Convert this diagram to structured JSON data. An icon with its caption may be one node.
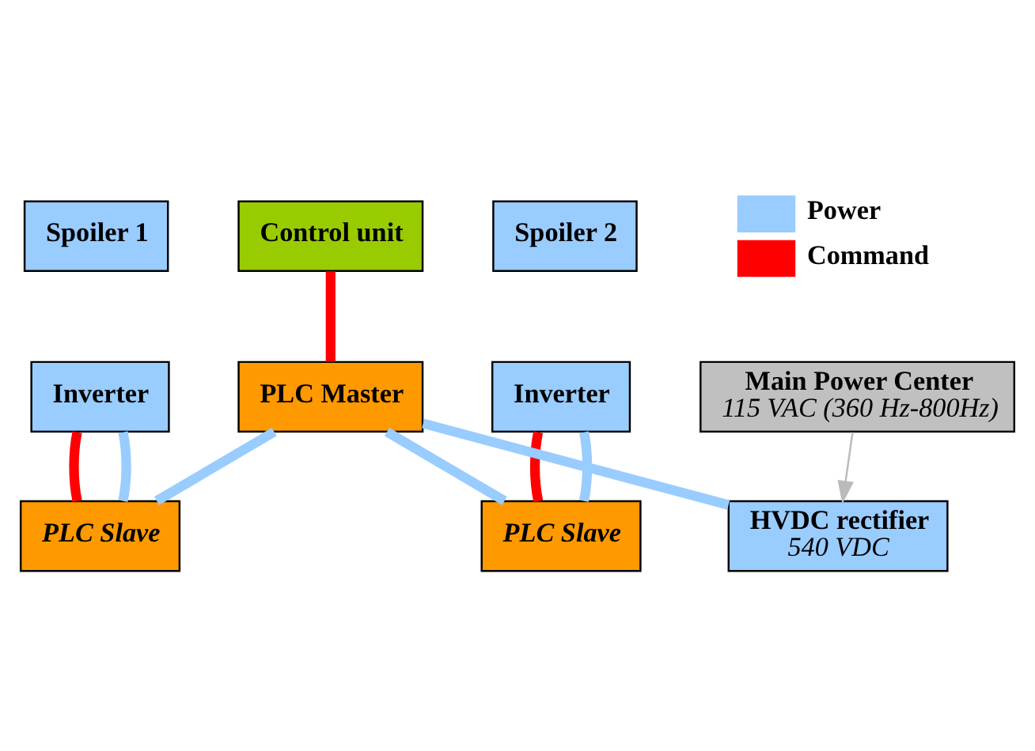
{
  "diagram": {
    "nodes": [
      {
        "text": [
          "Spoiler 1"
        ]
      },
      {
        "text": [
          "Inverter"
        ]
      },
      {
        "text": [
          "PLC Slave"
        ]
      },
      {
        "text": [
          "Spoiler 2"
        ]
      },
      {
        "text": [
          "Inverter"
        ]
      },
      {
        "text": [
          "PLC Slave"
        ]
      },
      {
        "text": [
          "Control unit"
        ]
      },
      {
        "text": [
          "PLC Master"
        ]
      },
      {
        "text": [
          "HVDC rectifier",
          "540 VDC"
        ]
      },
      {
        "text": [
          "Main Power Center",
          "115 VAC (360 Hz-800Hz)"
        ]
      }
    ],
    "edges": [
      {
        "from": 1,
        "to": 2,
        "arrow": "none",
        "color": "#ff0000"
      },
      {
        "from": 1,
        "to": 2,
        "arrow": "none",
        "color": "#99ccff"
      },
      {
        "from": 4,
        "to": 5,
        "arrow": "none",
        "color": "#ff0000"
      },
      {
        "from": 4,
        "to": 5,
        "arrow": "none",
        "color": "#99ccff"
      },
      {
        "from": 6,
        "to": 7,
        "arrow": "none",
        "color": "#ff0000"
      },
      {
        "from": 7,
        "to": 2,
        "arrow": "none",
        "color": "#99ccff"
      },
      {
        "from": 7,
        "to": 5,
        "arrow": "none",
        "color": "#99ccff"
      },
      {
        "from": 7,
        "to": 8,
        "arrow": "none",
        "color": "#99ccff"
      },
      {
        "from": 9,
        "to": 8,
        "arrow": "to",
        "color": "#bbbbbb"
      }
    ],
    "legend": [
      {
        "text": "Power",
        "color": "#99ccff"
      },
      {
        "text": "Command",
        "color": "#ff0000"
      }
    ]
  }
}
